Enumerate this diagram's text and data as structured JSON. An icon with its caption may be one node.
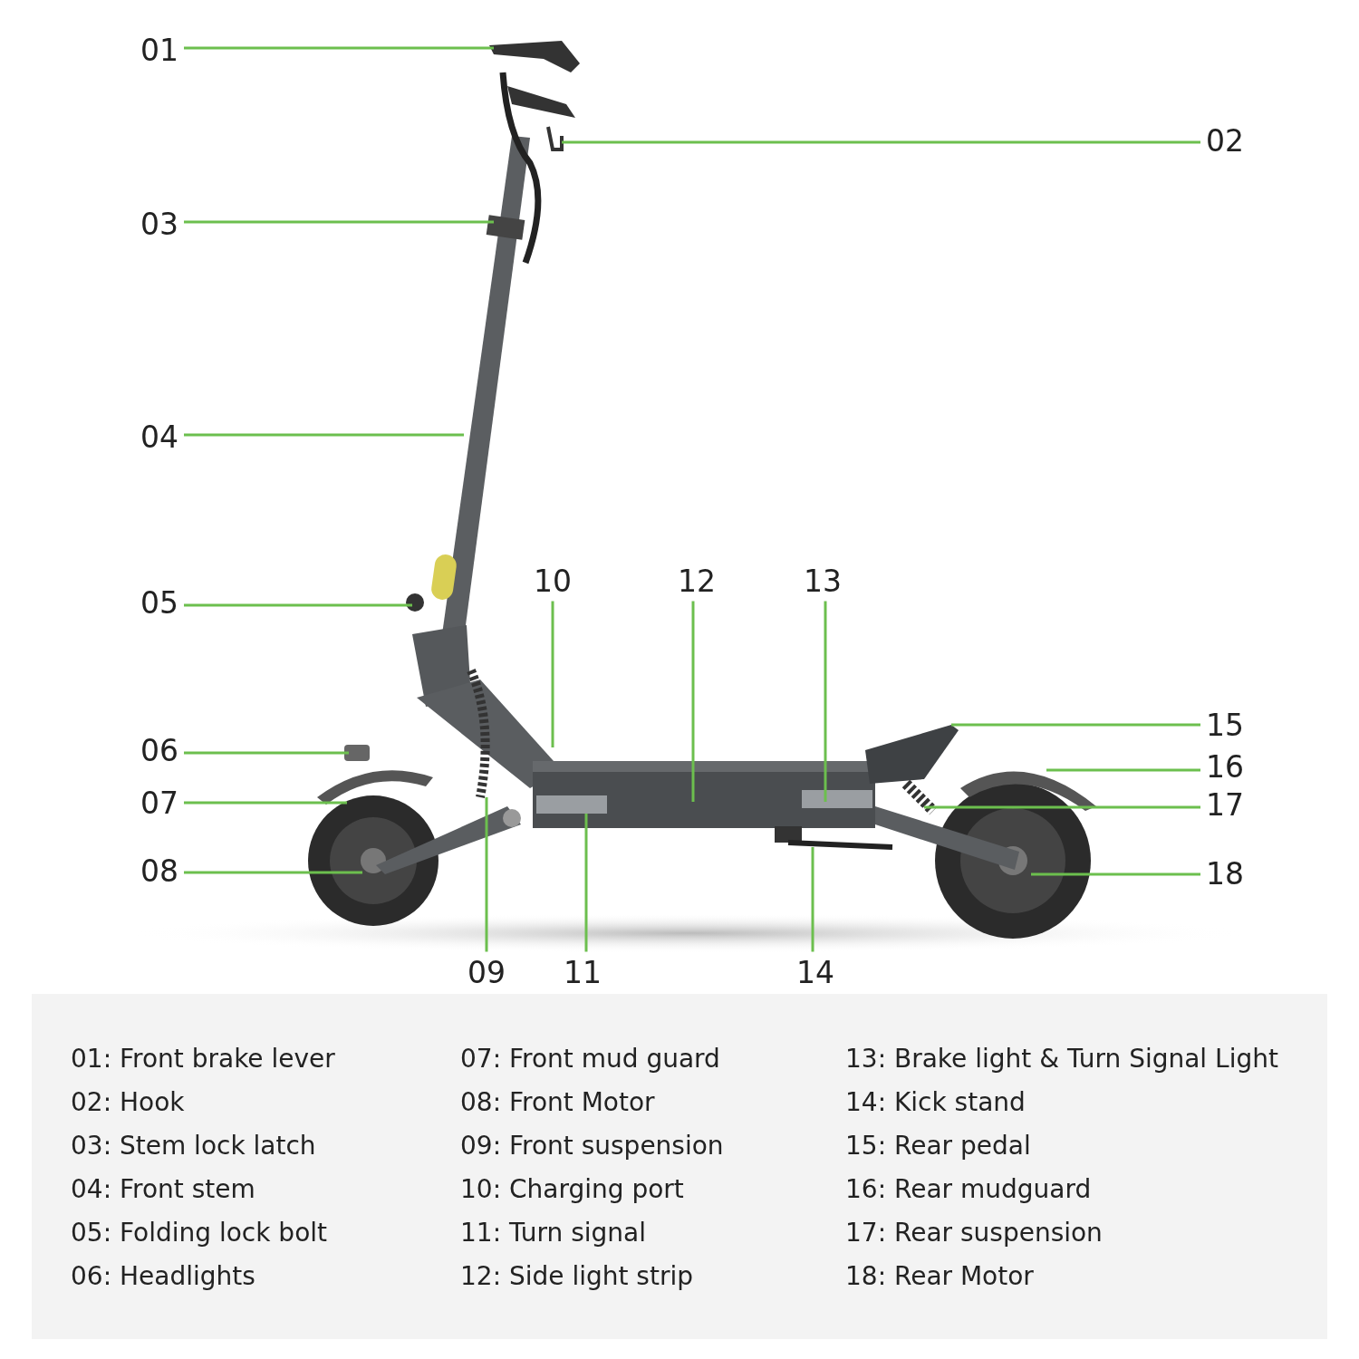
{
  "diagram": {
    "nodes": [
      {
        "text": [
          "01"
        ]
      },
      {
        "text": [
          "02"
        ]
      },
      {
        "text": [
          "03"
        ]
      },
      {
        "text": [
          "04"
        ]
      },
      {
        "text": [
          "05"
        ]
      },
      {
        "text": [
          "06"
        ]
      },
      {
        "text": [
          "07"
        ]
      },
      {
        "text": [
          "08"
        ]
      },
      {
        "text": [
          "09"
        ]
      },
      {
        "text": [
          "10"
        ]
      },
      {
        "text": [
          "11"
        ]
      },
      {
        "text": [
          "12"
        ]
      },
      {
        "text": [
          "13"
        ]
      },
      {
        "text": [
          "14"
        ]
      },
      {
        "text": [
          "15"
        ]
      },
      {
        "text": [
          "16"
        ]
      },
      {
        "text": [
          "17"
        ]
      },
      {
        "text": [
          "18"
        ]
      }
    ],
    "edges": [
      {
        "from": 0,
        "to": null,
        "arrow": "none"
      },
      {
        "from": 1,
        "to": null,
        "arrow": "none"
      },
      {
        "from": 2,
        "to": null,
        "arrow": "none"
      },
      {
        "from": 3,
        "to": null,
        "arrow": "none"
      },
      {
        "from": 4,
        "to": null,
        "arrow": "none"
      },
      {
        "from": 5,
        "to": null,
        "arrow": "none"
      },
      {
        "from": 6,
        "to": null,
        "arrow": "none"
      },
      {
        "from": 7,
        "to": null,
        "arrow": "none"
      },
      {
        "from": 8,
        "to": null,
        "arrow": "none"
      },
      {
        "from": 9,
        "to": null,
        "arrow": "none"
      },
      {
        "from": 10,
        "to": null,
        "arrow": "none"
      },
      {
        "from": 11,
        "to": null,
        "arrow": "none"
      },
      {
        "from": 12,
        "to": null,
        "arrow": "none"
      },
      {
        "from": 13,
        "to": null,
        "arrow": "none"
      },
      {
        "from": 14,
        "to": null,
        "arrow": "none"
      },
      {
        "from": 15,
        "to": null,
        "arrow": "none"
      },
      {
        "from": 16,
        "to": null,
        "arrow": "none"
      },
      {
        "from": 17,
        "to": null,
        "arrow": "none"
      }
    ],
    "labels": [
      "01: Front brake lever",
      "07: Front mud guard",
      "13: Brake light & Turn Signal Light",
      "02: Hook",
      "08: Front Motor",
      "14: Kick stand",
      "03: Stem lock latch",
      "09: Front suspension",
      "15: Rear pedal",
      "04: Front stem",
      "10: Charging port",
      "16: Rear mudguard",
      "05: Folding lock bolt",
      "11: Turn signal",
      "17: Rear suspension",
      "06: Headlights",
      "12: Side light strip",
      "18: Rear Motor"
    ]
  }
}
